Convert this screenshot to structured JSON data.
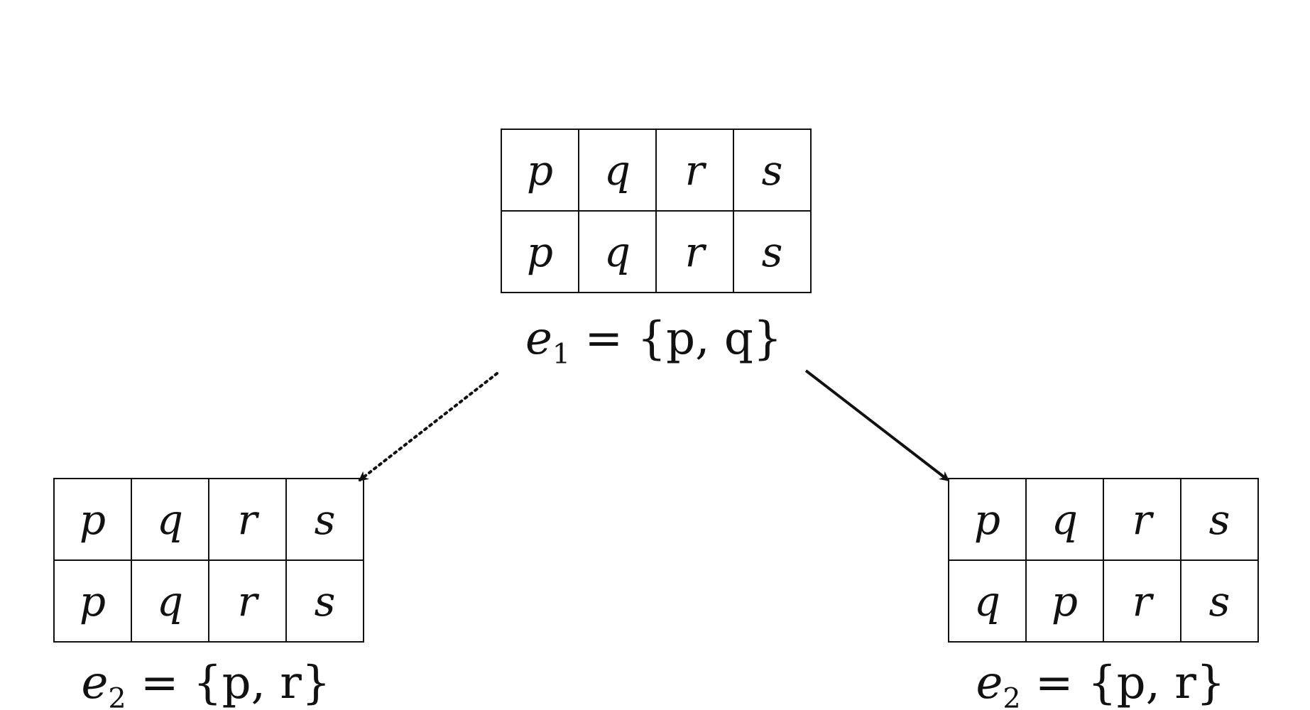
{
  "colors": {
    "ink": "#111111",
    "background": "#ffffff"
  },
  "nodes": {
    "top": {
      "rows": [
        [
          "p",
          "q",
          "r",
          "s"
        ],
        [
          "p",
          "q",
          "r",
          "s"
        ]
      ],
      "label": {
        "var": "e",
        "index": "1",
        "set": "= {p, q}"
      }
    },
    "left": {
      "rows": [
        [
          "p",
          "q",
          "r",
          "s"
        ],
        [
          "p",
          "q",
          "r",
          "s"
        ]
      ],
      "label": {
        "var": "e",
        "index": "2",
        "set": "= {p, r}"
      }
    },
    "right": {
      "rows": [
        [
          "p",
          "q",
          "r",
          "s"
        ],
        [
          "q",
          "p",
          "r",
          "s"
        ]
      ],
      "label": {
        "var": "e",
        "index": "2",
        "set": "= {p, r}"
      }
    }
  },
  "edges": [
    {
      "from": "top",
      "to": "left",
      "style": "dotted"
    },
    {
      "from": "top",
      "to": "right",
      "style": "solid"
    }
  ]
}
